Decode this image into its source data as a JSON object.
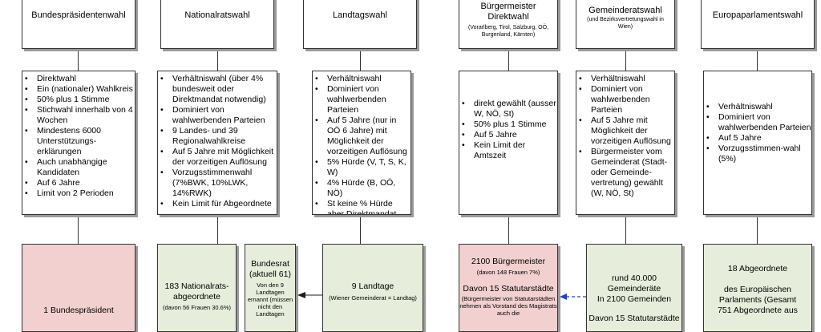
{
  "titles": {
    "bp": "Bundespräsidentenwahl",
    "nr": "Nationalratswahl",
    "lt": "Landtagswahl",
    "bm_line1": "Bürgermeister",
    "bm_line2": "Direktwahl",
    "bm_sub": "(Vorarlberg, Tirol, Salzburg, OÖ, Burgenland, Kärnten)",
    "gr_main": "Gemeinderatswahl",
    "gr_sub": "(und Bezirksvertretungswahl in Wien)",
    "eu": "Europaparlamentswahl"
  },
  "info": {
    "bp": [
      "Direktwahl",
      "Ein (nationaler) Wahlkreis",
      "50% plus 1 Stimme",
      "Stichwahl innerhalb von 4 Wochen",
      "Mindestens 6000 Unterstützungs-erklärungen",
      "Auch unabhängige Kandidaten",
      "Auf 6 Jahre",
      "Limit von 2 Perioden"
    ],
    "nr": [
      "Verhältniswahl (über 4% bundesweit oder Direktmandat notwendig)",
      "Dominiert von wahlwerbenden Parteien",
      "9 Landes- und 39 Regionalwahlkreise",
      "Auf 5 Jahre mit Möglichkeit der vorzeitigen Auflösung",
      "Vorzugsstimmenwahl (7%BWK, 10%LWK, 14%RWK)",
      "Kein Limit für Abgeordnete"
    ],
    "lt": [
      "Verhältniswahl",
      "Dominiert von wahlwerbenden Parteien",
      "Auf 5 Jahre (nur in OÖ 6 Jahre) mit Möglichkeit der vorzeitigen Auflösung",
      "5% Hürde (V, T, S, K, W)",
      "4% Hürde (B, OÖ, NÖ)",
      "St keine % Hürde aber Direktmandat"
    ],
    "bm": [
      "direkt gewählt (ausser W, NÖ, St)",
      " 50% plus 1 Stimme",
      "Auf 5 Jahre",
      "Kein Limit der Amtszeit"
    ],
    "gr": [
      "Verhältniswahl",
      "Dominiert von wahlwerbenden Parteien",
      "Auf 5 Jahre mit Möglichkeit der vorzeitigen Auflösung",
      "Bürgermeister vom Gemeinderat (Stadt- oder Gemeinde-vertretung) gewählt (W, NÖ, St)"
    ],
    "eu": [
      "Verhältniswahl",
      "Dominiert von wahlwerbenden Parteien",
      "Auf 5 Jahre",
      "Vorzugsstimmen-wahl (5%)"
    ]
  },
  "results": {
    "bp": {
      "main": "1 Bundespräsident"
    },
    "nr": {
      "main": "183 Nationalrats-abgeordnete",
      "sub": "(davon 56 Frauen 30.6%)"
    },
    "br": {
      "main": "Bundesrat (aktuell 61)",
      "sub": "Von den 9 Landtagen ernannt (müssen nicht den Landtagen"
    },
    "lt": {
      "main": "9 Landtage",
      "sub": "(Wiener Gemeinderat = Landtag)"
    },
    "bm": {
      "main": "2100 Bürgermeister",
      "sub": "(davon 148 Frauen 7%)",
      "main2": "Davon 15 Statutarstädte",
      "sub2": "(Bürgermeister von Statutarstädten nehmen als Vorstand des Magistrats auch die"
    },
    "gr": {
      "main": "rund 40.000 Gemeinderäte",
      "main2": "In 2100 Gemeinden",
      "main3": "Davon 15 Statutarstädte"
    },
    "eu": {
      "main": "18 Abgeordnete",
      "main2": "des Europäischen Parlaments (Gesamt 751 Abgeordnete aus"
    }
  },
  "colors": {
    "pink": "#f2d0d0",
    "green": "#e6eedb",
    "arrow": "#1a1a1a",
    "dashed_arrow": "#1f3fd0"
  }
}
